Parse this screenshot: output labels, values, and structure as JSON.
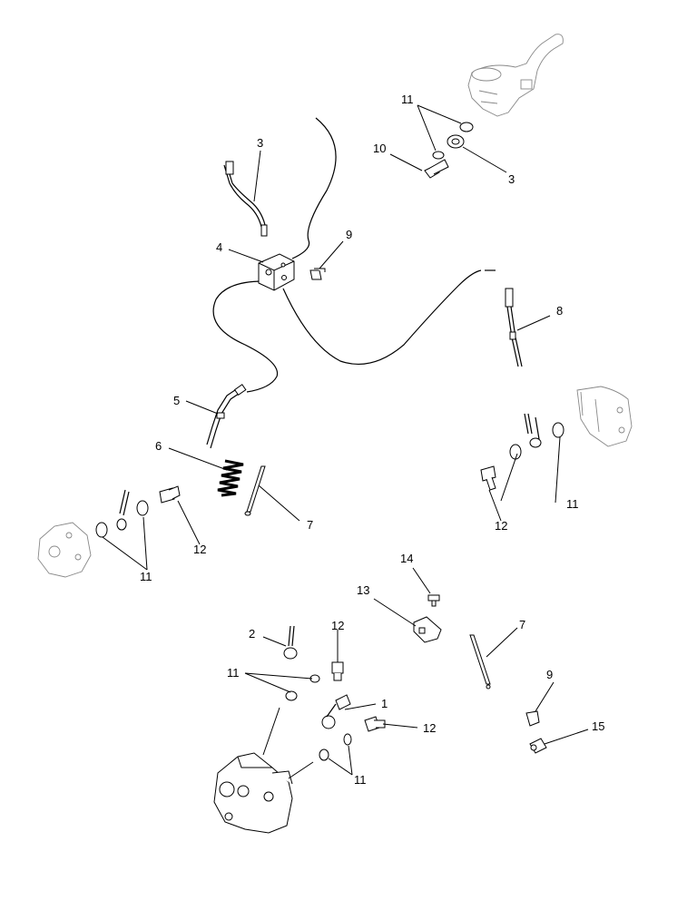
{
  "callouts": {
    "c1": "1",
    "c2": "2",
    "c3a": "3",
    "c3b": "3",
    "c4": "4",
    "c5": "5",
    "c6": "6",
    "c7a": "7",
    "c7b": "7",
    "c8": "8",
    "c9a": "9",
    "c9b": "9",
    "c10": "10",
    "c11a": "11",
    "c11b": "11",
    "c11c": "11",
    "c11d": "11",
    "c11e": "11",
    "c12a": "12",
    "c12b": "12",
    "c12c": "12",
    "c12d": "12",
    "c13": "13",
    "c14": "14",
    "c15": "15"
  }
}
